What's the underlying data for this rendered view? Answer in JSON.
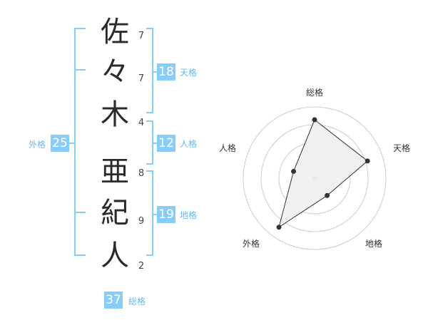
{
  "name": {
    "chars": [
      "佐",
      "々",
      "木",
      "亜",
      "紀",
      "人"
    ],
    "strokes": [
      "7",
      "7",
      "4",
      "8",
      "9",
      "2"
    ]
  },
  "kaku": {
    "tenkaku": {
      "label": "天格",
      "value": "18"
    },
    "jinkaku": {
      "label": "人格",
      "value": "12"
    },
    "chikaku": {
      "label": "地格",
      "value": "19"
    },
    "gaikaku": {
      "label": "外格",
      "value": "25"
    },
    "soukaku": {
      "label": "総格",
      "value": "37"
    }
  },
  "radar": {
    "axes": [
      "総格",
      "天格",
      "地格",
      "外格",
      "人格"
    ],
    "levels": [
      0.82,
      0.78,
      0.3,
      0.85,
      0.31
    ],
    "colors": {
      "grid": "#cccccc",
      "fill": "#eeeeee",
      "line": "#333333",
      "point": "#333333",
      "center": "#bbbbbb"
    }
  },
  "colors": {
    "accent": "#88ccf8",
    "accent_text": "#6ab8ec"
  }
}
